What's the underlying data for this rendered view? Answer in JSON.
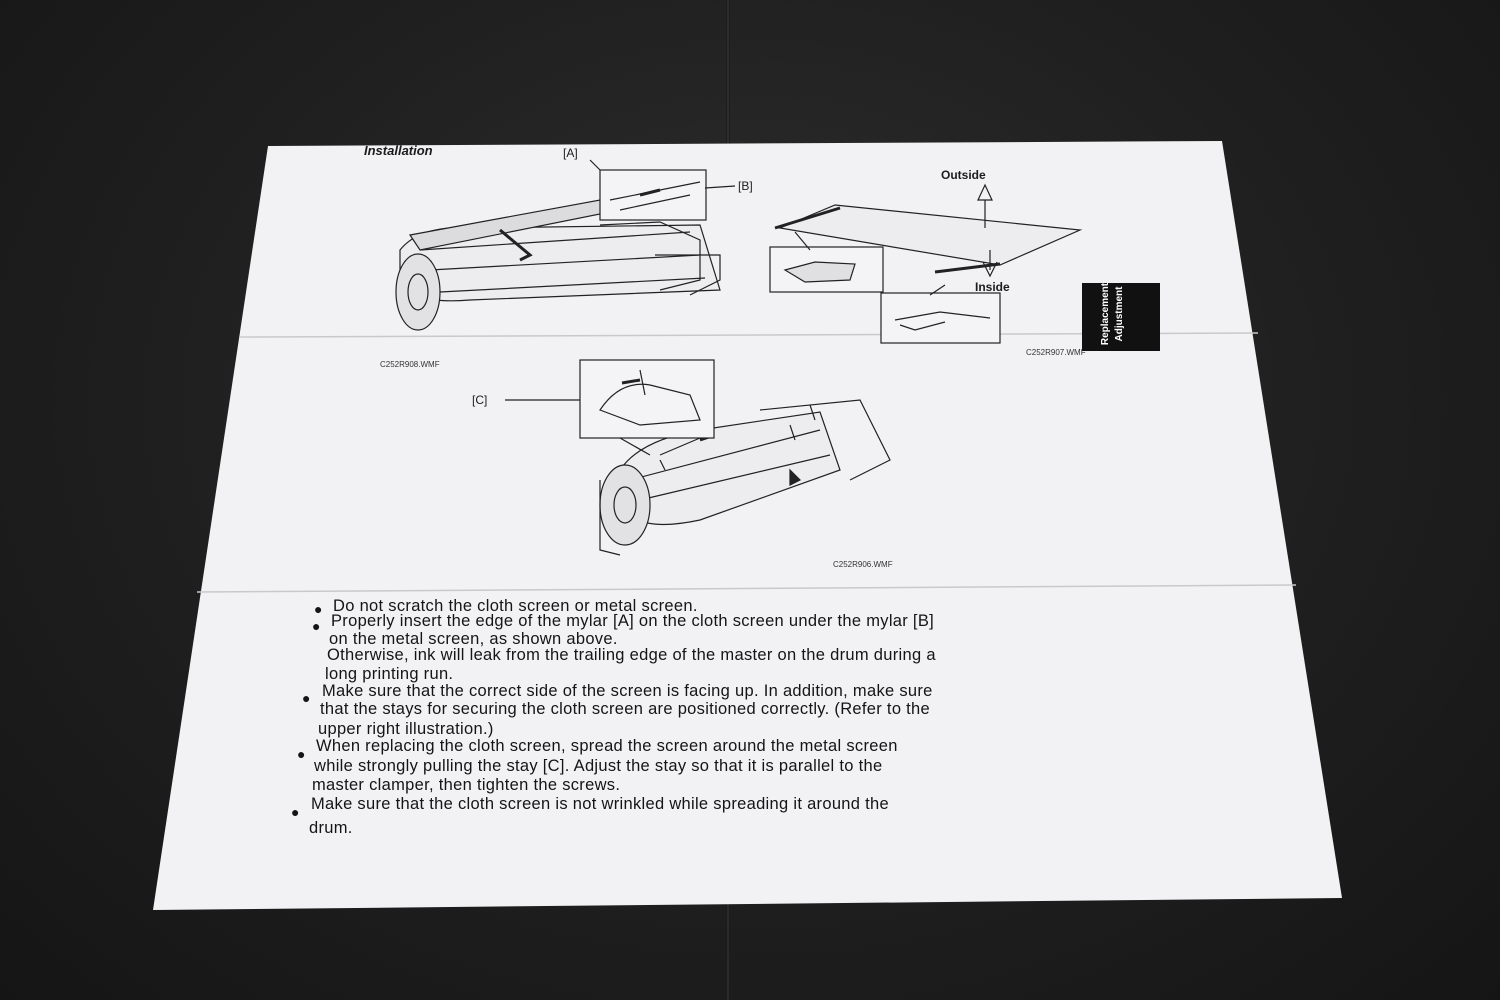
{
  "page": {
    "section_title": "Installation",
    "labels": {
      "a": "[A]",
      "b": "[B]",
      "c": "[C]",
      "outside": "Outside",
      "inside": "Inside"
    },
    "figure_captions": {
      "fig1": "C252R908.WMF",
      "fig2": "C252R907.WMF",
      "fig3": "C252R906.WMF"
    },
    "side_tab": {
      "line1": "Replacement",
      "line2": "Adjustment"
    },
    "bullets": [
      [
        "Do not scratch the cloth screen or metal screen."
      ],
      [
        "Properly insert the edge of the mylar [A] on the cloth screen under the mylar [B]",
        "on the metal screen, as shown above.",
        "Otherwise, ink will leak from the trailing edge of the master on the drum during a",
        "long printing run."
      ],
      [
        "Make sure that the correct side of the screen is facing up. In addition, make sure",
        "that the stays for securing the cloth screen are positioned correctly. (Refer to the",
        "upper right illustration.)"
      ],
      [
        "When replacing the cloth screen, spread the screen around the metal screen",
        "while strongly pulling the stay [C]. Adjust the stay so that it is parallel to the",
        "master clamper, then tighten the screws."
      ],
      [
        "Make sure that the cloth screen is not wrinkled while spreading it around the",
        "drum."
      ]
    ]
  }
}
